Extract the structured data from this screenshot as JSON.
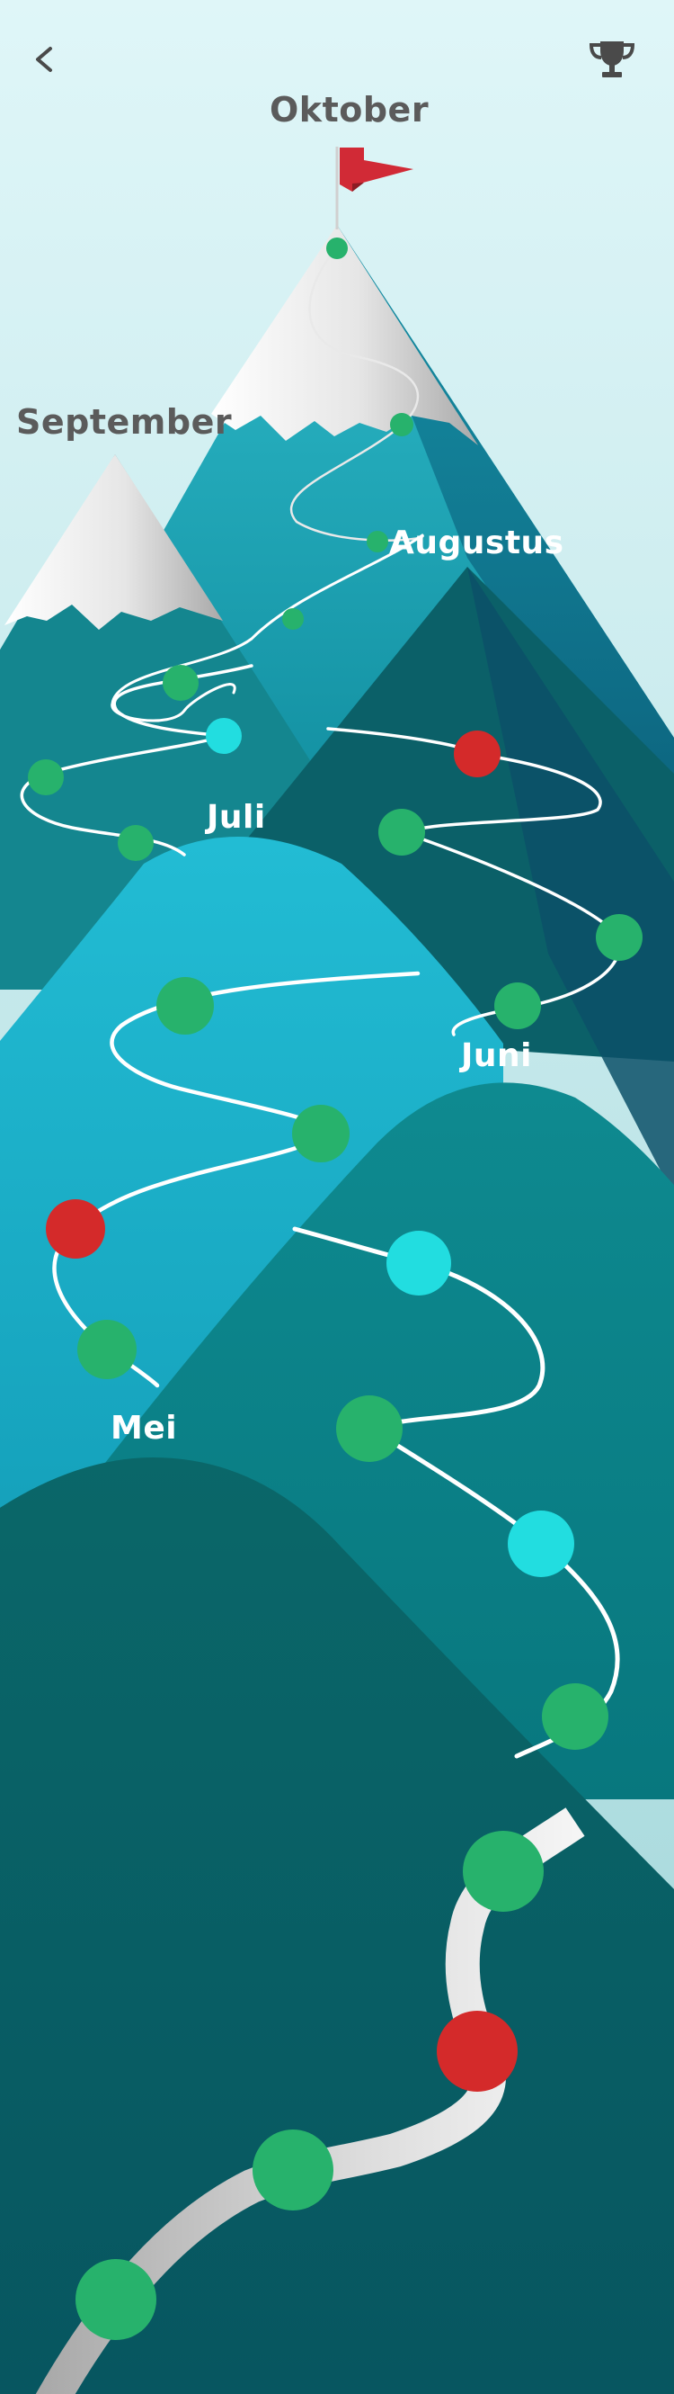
{
  "header": {
    "back_icon": "chevron-left-icon",
    "trophy_icon": "trophy-icon"
  },
  "months": {
    "oktober": "Oktober",
    "september": "September",
    "augustus": "Augustus",
    "juli": "Juli",
    "juni": "Juni",
    "mei": "Mei"
  },
  "colors": {
    "sky_top": "#dff6f8",
    "sky_bottom": "#a7dadd",
    "node_done": "#27b26c",
    "node_missed": "#d42a2a",
    "node_current": "#22dde0",
    "flag": "#d12a36",
    "label_dark": "#5b5b5b",
    "label_light": "#ffffff"
  },
  "nodes": [
    {
      "status": "done"
    },
    {
      "status": "done"
    },
    {
      "status": "done"
    },
    {
      "status": "done"
    },
    {
      "status": "done"
    },
    {
      "status": "current"
    },
    {
      "status": "done"
    },
    {
      "status": "done"
    },
    {
      "status": "missed"
    },
    {
      "status": "done"
    },
    {
      "status": "done"
    },
    {
      "status": "done"
    },
    {
      "status": "done"
    },
    {
      "status": "done"
    },
    {
      "status": "missed"
    },
    {
      "status": "done"
    },
    {
      "status": "current"
    },
    {
      "status": "done"
    },
    {
      "status": "current"
    },
    {
      "status": "done"
    },
    {
      "status": "done"
    },
    {
      "status": "missed"
    },
    {
      "status": "done"
    },
    {
      "status": "done"
    }
  ]
}
